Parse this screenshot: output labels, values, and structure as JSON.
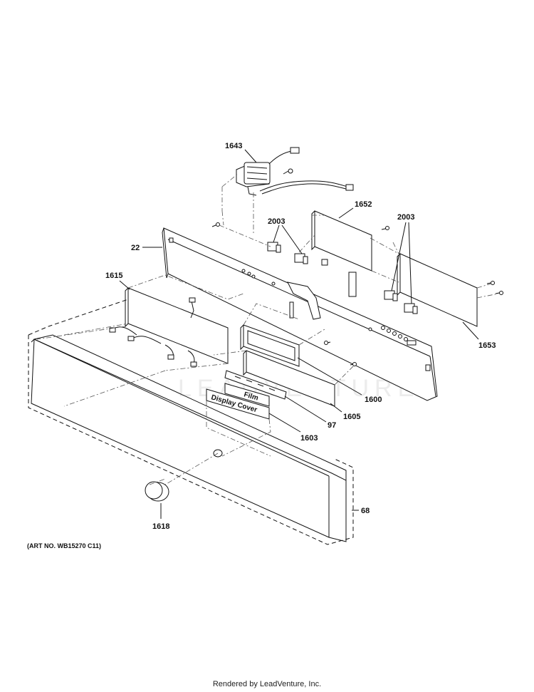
{
  "diagram": {
    "labels": {
      "p1643": "1643",
      "p1652": "1652",
      "p2003a": "2003",
      "p2003b": "2003",
      "p22": "22",
      "p1615": "1615",
      "p1653": "1653",
      "p1600": "1600",
      "p1605": "1605",
      "p97": "97",
      "p1603": "1603",
      "p68": "68",
      "p1618": "1618"
    },
    "film_label": "Film",
    "display_cover_label": "Display Cover",
    "art_no": "(ART NO. WB15270 C11)",
    "watermark": "LEADVENTURE"
  },
  "footer": {
    "text": "Rendered by LeadVenture, Inc."
  }
}
